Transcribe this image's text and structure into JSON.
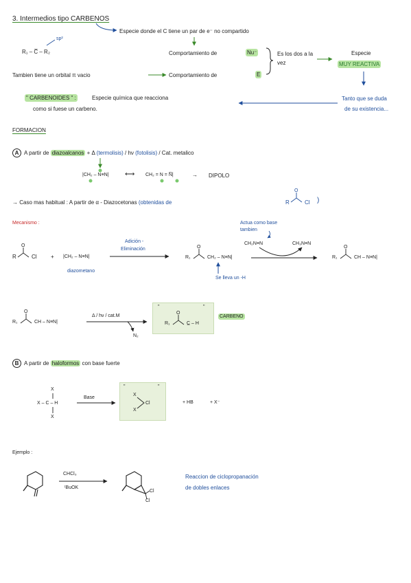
{
  "title": "3. Intermedios tipo CARBENOS",
  "intro": {
    "def_arrow_text": "Especie donde el C tiene un par de e⁻ no compartido",
    "sp2": "sp²",
    "carbene_formula": "R₁ – C̅ – R₂",
    "nu_behaviour": "Comportamiento de",
    "nu_symbol": "Nu⁻",
    "e_behaviour": "Comportamiento de",
    "e_symbol": "E",
    "both": "Es los dos a la vez",
    "especie": "Especie",
    "muy_reactiva": "MUY REACTIVA",
    "orbital": "Tambien tiene un orbital π vacio",
    "carbenoides_label": "\" CARBENOIDES \" :",
    "carbenoides_text": "Especie química que reacciona",
    "carbenoides_text2": "como si fuese un carbeno.",
    "duda": "Tanto que se duda",
    "duda2": "de su existencia..."
  },
  "formacion": {
    "title": "FORMACION",
    "a_letter": "A",
    "a_text_pre": "A partir de",
    "a_text_hl": "diazoalcanos",
    "a_conditions_pre": "+  Δ ",
    "a_termolisis": "(termolisis)",
    "a_hv": " / hν ",
    "a_fotolisis": "(fotolisis)",
    "a_cat": " / Cat. metalico",
    "diazo_left": "|CH₂ – N≡N|",
    "diazo_eq": "⟷",
    "diazo_right": "CH₂ = N = N̅|",
    "dipolo_arrow": "→",
    "dipolo": "DIPOLO",
    "caso_pre": "→ Caso mas habitual :  A partir de  α - Diazocetonas",
    "caso_blue": "(obtenidas de",
    "caso_R": "R",
    "caso_Cl": "Cl",
    "caso_close": ")",
    "mecanismo": "Mecanismo :",
    "mech_R": "R",
    "mech_Cl": "Cl",
    "mech_plus": "+",
    "mech_diazo": "|CH₂ – N≡N|",
    "mech_step1_line1": "Adición -",
    "mech_step1_line2": "Eliminación",
    "diazometano": "diazometano",
    "mech_prod1": "R₁",
    "mech_prod1_b": "CH₂ – N≡N|",
    "base_note_1": "Actua como base",
    "base_note_2": "tambien",
    "mech_base": "CH₂N≡N",
    "mech_conj": "CH₃N≡N",
    "mech_prod2": "R₁",
    "mech_prod2_b": "CH – N≡N|",
    "selleva": "Se lleva un -H",
    "carb_R": "R₁",
    "carb_left": "CH – N≡N|",
    "carb_cond": "Δ / hν / cat.M",
    "carb_n2": "N₂",
    "carb_q1": "\"",
    "carb_q2": "\"",
    "carb_R2": "R₁",
    "carb_CH": "C̲ – H",
    "carbeno": "CARBENO",
    "b_letter": "B",
    "b_pre": "A partir de",
    "b_hl": "haloformos",
    "b_post": "con base fuerte",
    "halo_X_top": "X",
    "halo_mid": "X – C – H",
    "halo_X_bot": "X",
    "halo_base": "Base",
    "halo_X1": "X",
    "halo_Cl": "Cl",
    "halo_X2": "X",
    "halo_hb": "+ HB",
    "halo_x": "+  X⁻",
    "halo_q1": "\"",
    "halo_q2": "\""
  },
  "ejemplo": {
    "label": "Ejemplo :",
    "reagent1": "CHCl₃",
    "reagent2": "ᵗBuOK",
    "cl1": "Cl",
    "cl2": "Cl",
    "note1": "Reaccion de ciclopropanación",
    "note2": "de dobles enlaces"
  }
}
